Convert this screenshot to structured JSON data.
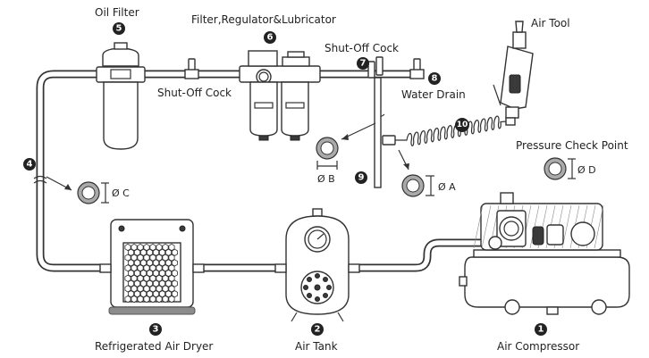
{
  "components": [
    {
      "id": "air_compressor",
      "number": "1",
      "label": "Air Compressor"
    },
    {
      "id": "air_tank",
      "number": "2",
      "label": "Air Tank"
    },
    {
      "id": "refrigerated_air_dryer",
      "number": "3",
      "label": "Refrigerated Air Dryer"
    },
    {
      "id": "pipe",
      "number": "4",
      "label": ""
    },
    {
      "id": "oil_filter",
      "number": "5",
      "label": "Oil Filter"
    },
    {
      "id": "frl",
      "number": "6",
      "label": "Filter,Regulator&Lubricator"
    },
    {
      "id": "shut_off_cock_main",
      "number": "7",
      "label": "Shut-Off Cock"
    },
    {
      "id": "water_drain",
      "number": "8",
      "label": "Water Drain"
    },
    {
      "id": "drop_leg",
      "number": "9",
      "label": ""
    },
    {
      "id": "coiled_hose",
      "number": "10",
      "label": ""
    }
  ],
  "texts": {
    "air_tool": "Air Tool",
    "shut_off_cock_left": "Shut-Off Cock",
    "pressure_check_point": "Pressure Check Point"
  },
  "diameters": {
    "a": "Ø A",
    "b": "Ø B",
    "c": "Ø C",
    "d": "Ø D"
  },
  "colors": {
    "line": "#333333",
    "badge": "#222222",
    "dryer_base": "#8c8c8c",
    "background": "#ffffff"
  }
}
